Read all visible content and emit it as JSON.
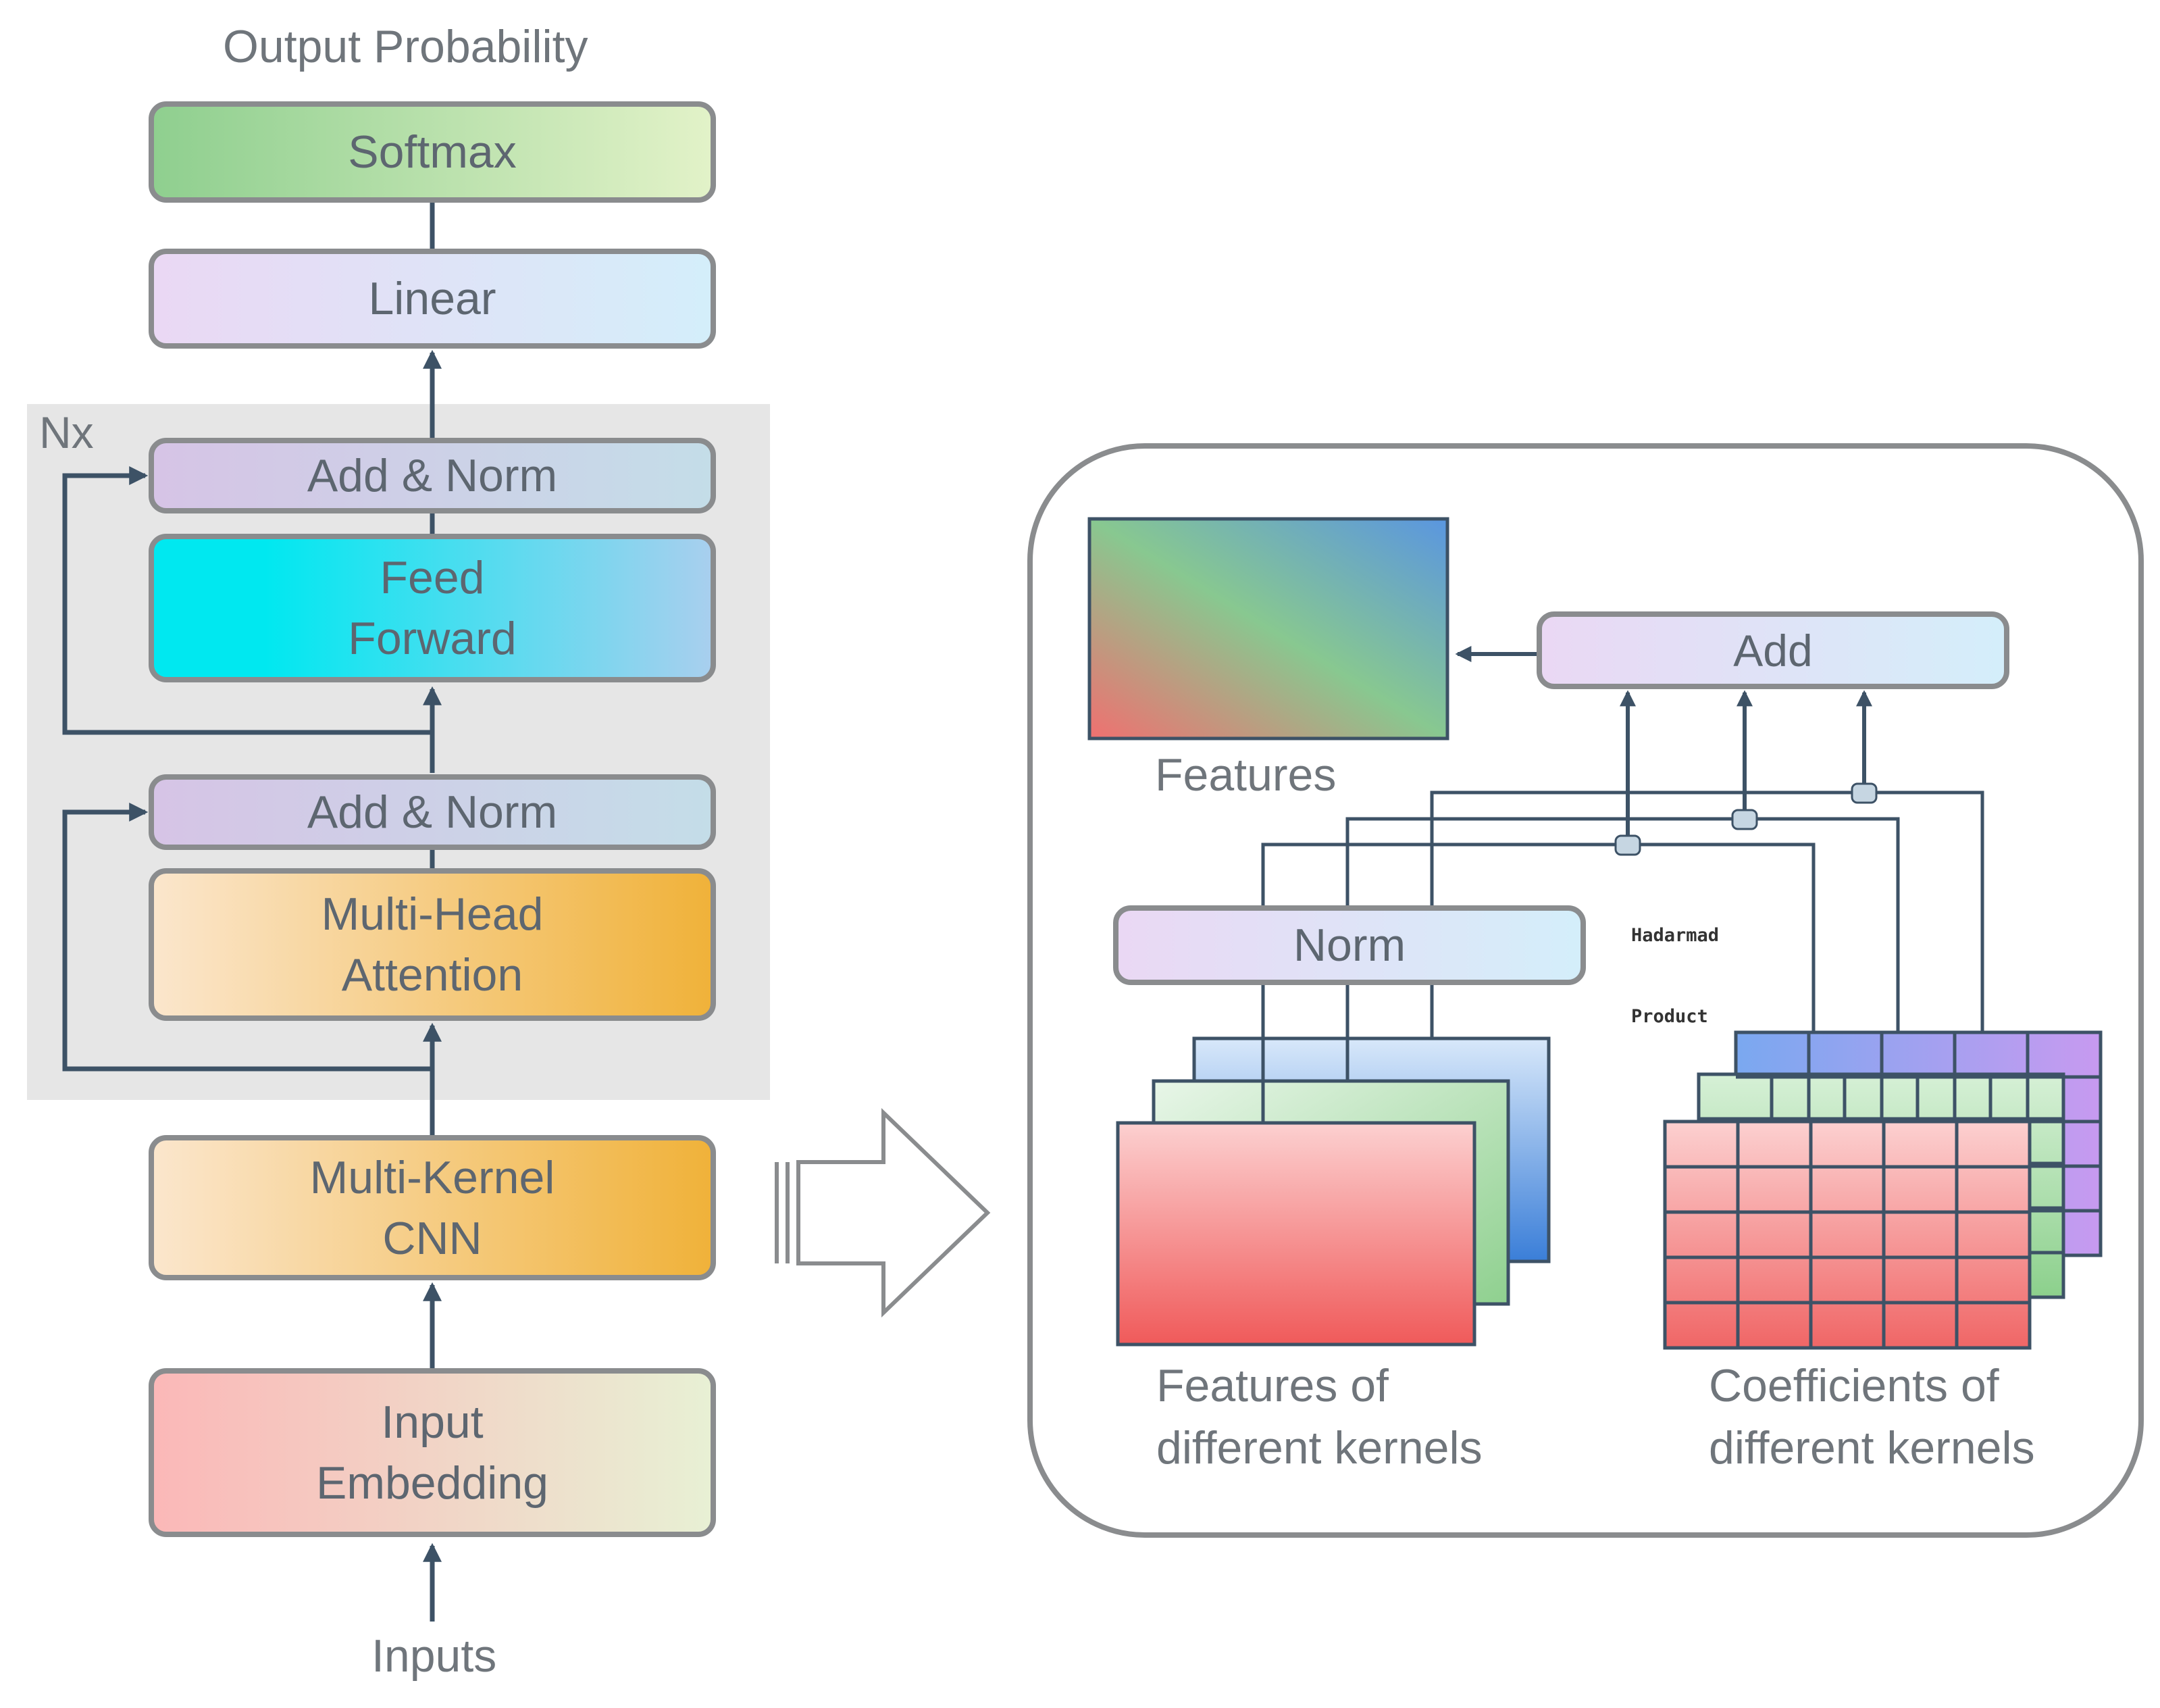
{
  "encoder": {
    "output_label": "Output Probability",
    "repeat_label": "Nx",
    "softmax_label": "Softmax",
    "linear_label": "Linear",
    "add_norm_top_label": "Add & Norm",
    "feed_forward_label": [
      "Feed",
      "Forward"
    ],
    "add_norm_bottom_label": "Add & Norm",
    "multi_head_attention_label": [
      "Multi-Head",
      "Attention"
    ],
    "multi_kernel_cnn_label": [
      "Multi-Kernel",
      "CNN"
    ],
    "input_embedding_label": [
      "Input",
      "Embedding"
    ],
    "inputs_label": "Inputs"
  },
  "detail": {
    "features_label": "Features",
    "add_label": "Add",
    "norm_label": "Norm",
    "hadamard_label": [
      "Hadarmad",
      "Product"
    ],
    "features_kernels_label": [
      "Features of",
      "different kernels"
    ],
    "coefficients_kernels_label": [
      "Coefficients of",
      "different kernels"
    ]
  },
  "colors": {
    "arrow": "#3d5266",
    "box_border": "#8a8c8e",
    "nx_region": "#e6e6e6",
    "softmax": [
      "#8fcf8f",
      "#e2f2c8"
    ],
    "linear": [
      "#ead8f4",
      "#d4eefa"
    ],
    "add_norm": [
      "#d6c4e6",
      "#c4dde8"
    ],
    "feed_forward": [
      "#00e8f0",
      "#a8cfee"
    ],
    "orange": [
      "#fbe6cc",
      "#f0b23a"
    ],
    "input_embedding": [
      "#fbb8b8",
      "#e8f0d4"
    ],
    "red_feature": "#f26666",
    "green_feature": "#9cd89c",
    "blue_feature": "#4a86e0"
  }
}
